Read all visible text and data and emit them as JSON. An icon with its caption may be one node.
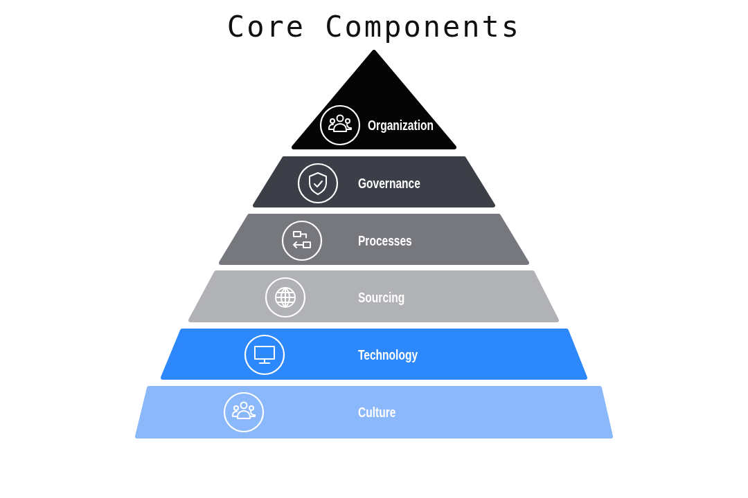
{
  "diagram": {
    "title": "Core Components",
    "nodes": [
      {
        "text": [
          "Organization"
        ]
      },
      {
        "text": [
          "Governance"
        ]
      },
      {
        "text": [
          "Processes"
        ]
      },
      {
        "text": [
          "Sourcing"
        ]
      },
      {
        "text": [
          "Technology"
        ]
      },
      {
        "text": [
          "Culture"
        ]
      }
    ]
  }
}
